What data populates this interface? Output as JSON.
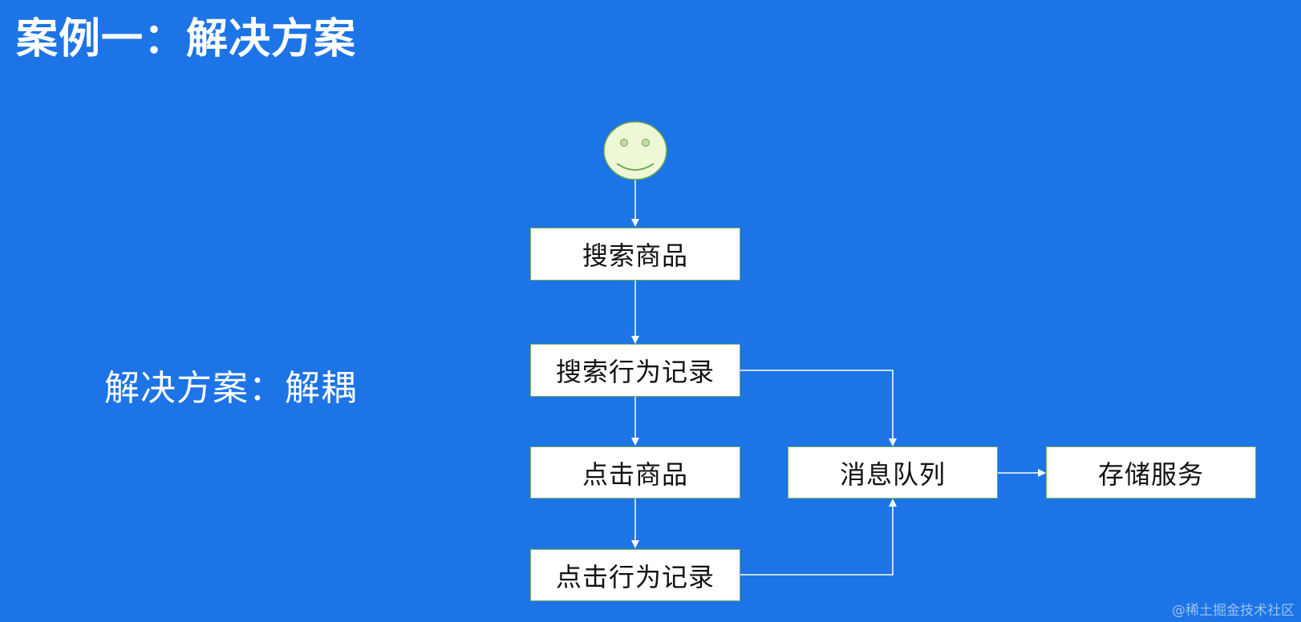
{
  "title": "案例一：解决方案",
  "side_label": "解决方案：解耦",
  "boxes": {
    "search_product": "搜索商品",
    "search_record": "搜索行为记录",
    "click_product": "点击商品",
    "click_record": "点击行为记录",
    "message_queue": "消息队列",
    "storage_service": "存储服务"
  },
  "icons": {
    "user": "smiley-face-icon"
  },
  "colors": {
    "background": "#1d74e6",
    "box_fill": "#ffffff",
    "box_border": "#7ab05a",
    "arrow": "#ffffff",
    "face_fill": "#eef7d6",
    "face_stroke": "#6aa84f"
  },
  "watermark": "@稀土掘金技术社区"
}
